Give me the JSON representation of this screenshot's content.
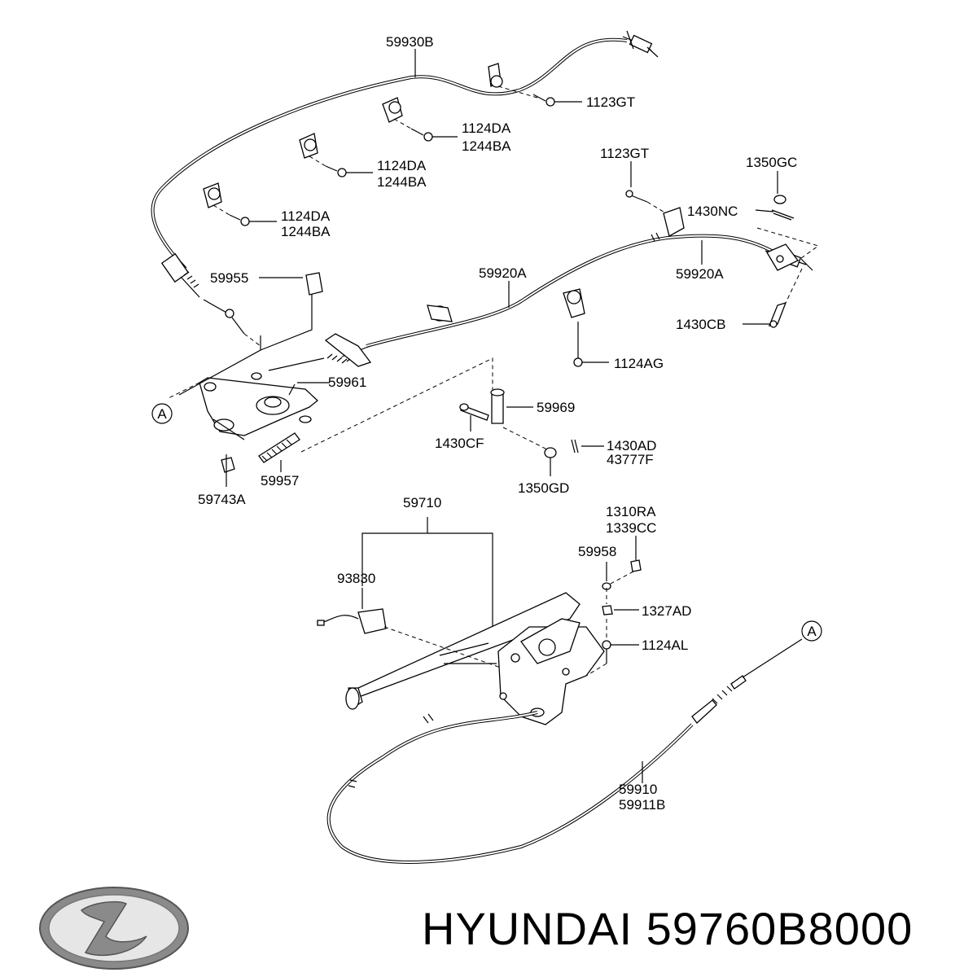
{
  "brand": {
    "logo": "hyundai-logo",
    "caption": "HYUNDAI 59760B8000"
  },
  "labels": {
    "l59930B": "59930B",
    "l1123GT_a": "1123GT",
    "l1124DA_1": "1124DA",
    "l1244BA_1": "1244BA",
    "l1124DA_2": "1124DA",
    "l1244BA_2": "1244BA",
    "l1124DA_3": "1124DA",
    "l1244BA_3": "1244BA",
    "l1123GT_b": "1123GT",
    "l1350GC": "1350GC",
    "l1430NC": "1430NC",
    "l59955": "59955",
    "l59920A_a": "59920A",
    "l59920A_b": "59920A",
    "l1430CB": "1430CB",
    "l1124AG": "1124AG",
    "l59961": "59961",
    "lA_1": "A",
    "l59969": "59969",
    "l1430CF": "1430CF",
    "l1430AD": "1430AD",
    "l43777F": "43777F",
    "l59957": "59957",
    "l59743A": "59743A",
    "l1350GD": "1350GD",
    "l59710": "59710",
    "l1310RA": "1310RA",
    "l1339CC": "1339CC",
    "l59958": "59958",
    "l93830": "93830",
    "l1327AD": "1327AD",
    "l1124AL": "1124AL",
    "lA_2": "A",
    "l59910": "59910",
    "l59911B": "59911B"
  }
}
